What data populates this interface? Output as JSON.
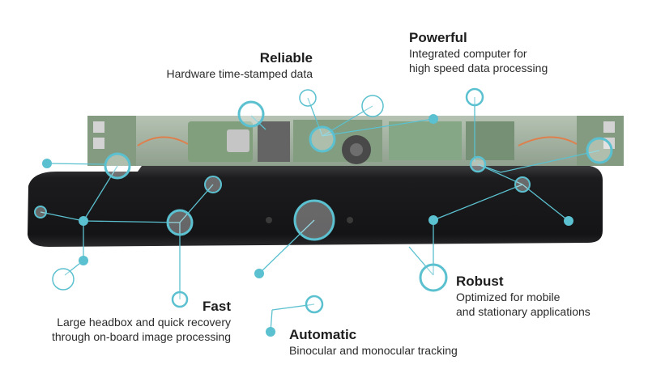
{
  "features": {
    "reliable": {
      "title": "Reliable",
      "desc": "Hardware time-stamped data"
    },
    "powerful": {
      "title": "Powerful",
      "desc_line1": "Integrated computer for",
      "desc_line2": "high speed data processing"
    },
    "fast": {
      "title": "Fast",
      "desc_line1": "Large headbox and quick recovery",
      "desc_line2": "through on-board image processing"
    },
    "robust": {
      "title": "Robust",
      "desc_line1": "Optimized for mobile",
      "desc_line2": "and stationary applications"
    },
    "automatic": {
      "title": "Automatic",
      "desc": "Binocular and monocular tracking"
    }
  },
  "colors": {
    "accent": "#5bc0cf",
    "bar": "#1b1b1d",
    "pcb": "#8aa08a",
    "text": "#222222"
  }
}
